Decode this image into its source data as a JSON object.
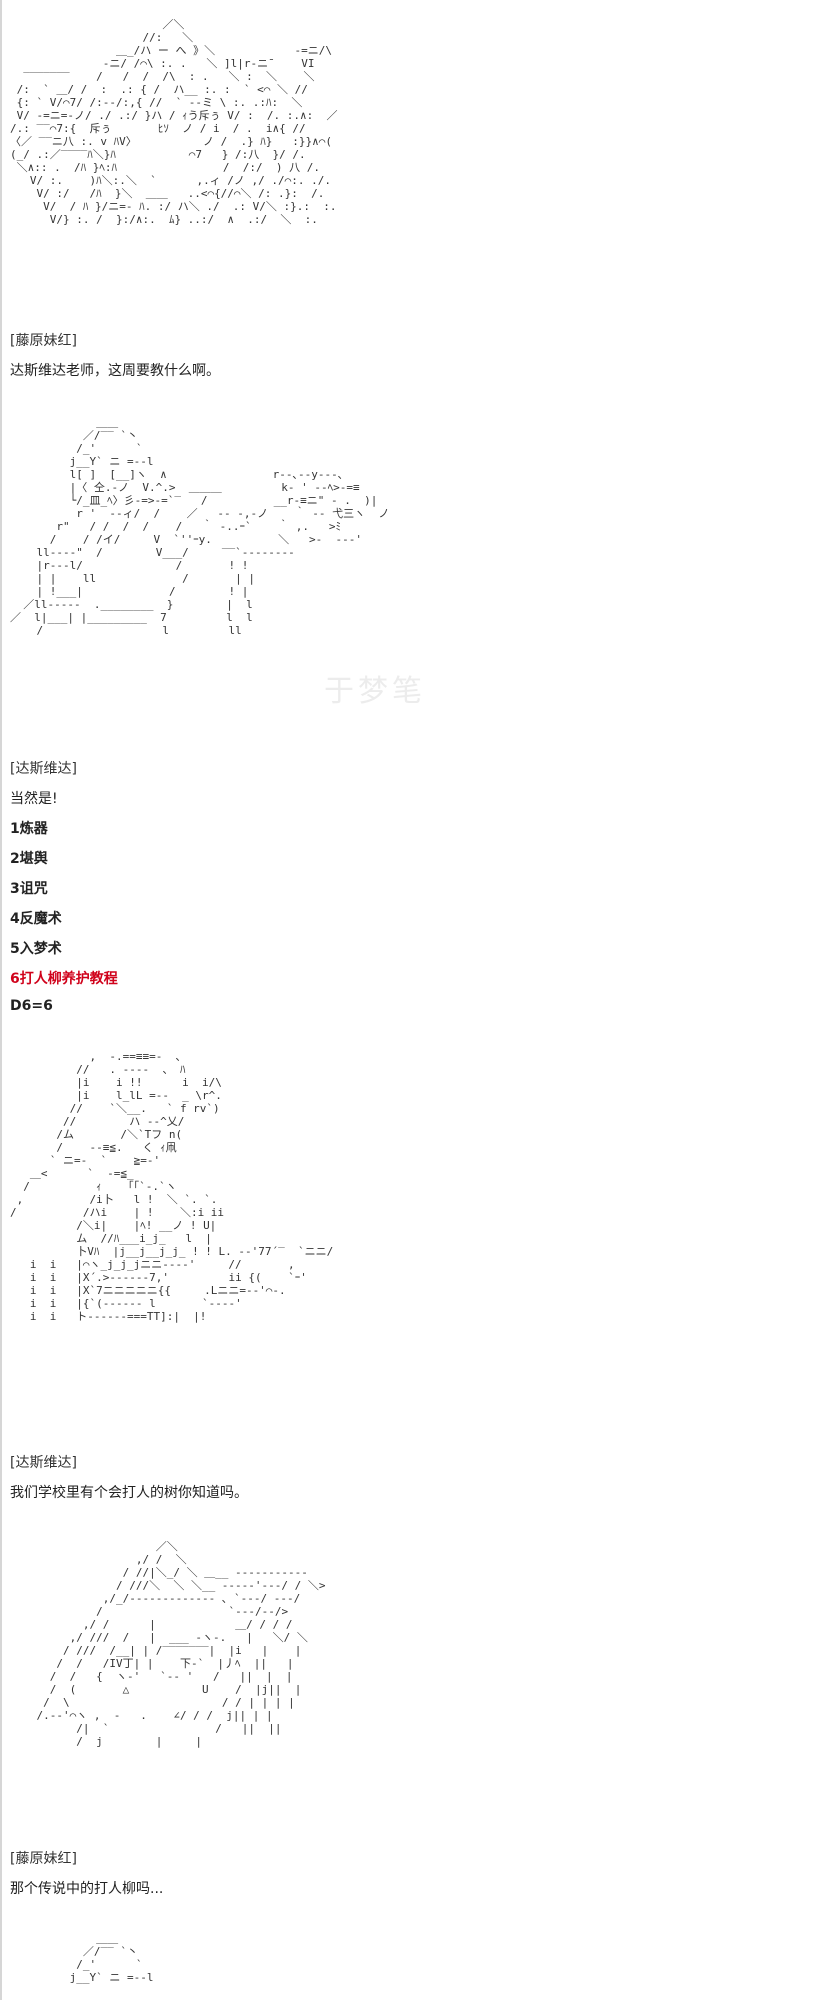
{
  "colors": {
    "text": "#222222",
    "highlight": "#d0021b",
    "border": "#d6d6d6",
    "watermark": "#ececec"
  },
  "panels": [
    {
      "art": "                       ／＼\n                    //:   ＼\n                ＿_/ハ ー へ 》＼            -=ニ/\\\n              -ニ/ /⌒\\ :. .   ＼ ]l|r-ニ¯    VI\n  ‾‾‾‾‾‾‾    /   /  /  /\\  : .   ＼ :  ＼    ＼\n /:  ` ＿/ /  :  .: { /  ハ__ :. :  ` <⌒ ＼ //\n {: ` V/⌒7/ /:--/:,{ //  ` --ミ \\ :. .:ﾊ:  ＼\n V/ -=ニ=-ノ/ ./ .:/ }ハ / ｨう斥ぅ V/ :  /. :.∧:  ／\n/.: ‾‾⌒7:{  斥ぅ       ﾋｿ  ノ / i  / .  i∧{ //\n〈／ ‾‾ニ八 :. v ﾊV〉          ノ /  .} ﾊ}   :}}∧⌒(\n(_/ .:／‾‾‾‾ﾊ＼}ﾊ           ⌒7   } /:八  }/ /.\n ＼∧:: .  /ﾊ }ﾍ:ﾊ                /  /:/  ) 八 /.\n   V/ :.    )ﾊ＼:.＼  `      ,.ィ /ノ ,/ ./⌒:. ./.\n    V/ :/   /ﾊ  }＼  ＿＿   ..<⌒{//⌒＼ /: .}:  /.\n     V/  / ﾊ }/ニ=- ﾊ. :/ ハ＼ ./  .: V/＼ :}.:  :.\n      V/} :. /  }:/∧:.  ﾑ} ..:/  ∧  .:/  ＼  :.",
      "speaker": "[藤原妹红]",
      "lines": [
        "达斯维达老师，这周要教什么啊。"
      ]
    },
    {
      "art": "             ＿＿\n           ／/‾‾ `丶\n          /_'      `\n         j__Y` ニ =--l\n         l[ ]  [__]ヽ  ∧                r--､--y---､\n         |〈 仝.-ノ  V.^.>  ＿＿＿         k- ' --ﾍ>-=≡\n         └/_皿_ﾍ〉彡-=>-=`‾   /          __r-≡ニ\" - .  )|\n          r '  --ィ/  /    ／   -- -,-ノ    ｀ -- 弋三ヽ  ノ\n       r\"   / /  /  /    /   ｀ -..ｰ`    ｀ ,.   >ﾐ\n      /    / /イ/     V  `''ｰy.          ＼   >‐  --‐'\n    ll---‐\"  /        V___/     ‾‾`‐-------\n    |r---l/              /       ! !\n    | |    ll             /       | |\n    | !___|             /        ! |\n  ／ll-----  .________  }        |  l\n／  l|___| |_________  7         l  l\n    /                  l         ll",
      "speaker": "[达斯维达]",
      "lines": [
        "当然是!"
      ],
      "choices": [
        {
          "text": "1炼器",
          "highlight": false
        },
        {
          "text": "2堪舆",
          "highlight": false
        },
        {
          "text": "3诅咒",
          "highlight": false
        },
        {
          "text": "4反魔术",
          "highlight": false
        },
        {
          "text": "5入梦术",
          "highlight": false
        },
        {
          "text": "6打人柳养护教程",
          "highlight": true
        }
      ],
      "result": "D6=6"
    },
    {
      "art": "            ,  -.==≡≡=-  ､\n          //   . ----  、 ﾊ\n          |i    i !!      i  i/\\\n          |i    l_lL =--  _ \\r^.\n         //    `＼__.   ` f rv`)\n        //        ハ --^乂/\n       /ム       /＼`Tフ n(\n       /    --≡≦.   く ｨ凧\n      ` ニ=-  `    ≧=-'\n   ＿<      `  -=≦_\n  /          ｨ    ｢「`‐.`ヽ\n ,          /i卜   l !  ＼ `. `.\n/          /ハi    | !    ＼:i ii\n          /＼i|    |ﾍ! __ノ ! U|\n          ム  //ﾊ___i_j_   l  |\n          卜Vﾊ  |j__j__j_j_ ! ! L. --'77´‾  `ニニ/\n   i  i   |⌒ヽ_j_j_jニニ‐‐‐‐'     //       ,\n   i  i   |X´.>------7,'         ii {(    `ｰ'\n   i  i   |X`7ニニニニニ{{     .Lニニ=--'⌒-.\n   i  i   |{`(------ l       `‐--‐'\n   i  i   ト------===TT]:|  |!",
      "speaker": "[达斯维达]",
      "lines": [
        "我们学校里有个会打人的树你知道吗。"
      ]
    },
    {
      "art": "                      ／＼\n                   ,/ /  ＼\n                 / //|＼_/ ＼ ＿__ ‐‐‐‐‐‐‐‐‐‐‐\n                / ///＼  ＼ ＼__ ‐‐‐‐‐'‐‐‐/ / ＼>\n              ,/_/‐‐‐‐‐‐‐‐‐‐‐‐- ､ `‐‐‐/ ‐‐‐/\n             /                   `‐‐‐/‐‐/>\n           ,/ /      |            ＿/ / / /\n         ,/ ///  /   |  ___ -ヽ-.   |   ＼/ ＼\n        / ///  /__| | /‾‾‾‾‾‾‾|  |i   |    |\n       /  /   /IV丁| |    下-`  |丿ﾍ  ||   |\n      /  /   {  ヽ-'   `-- '   /   ||  |  |\n      /  (       △           U    /  |j||  |\n     /  \\                       / / | | | |\n    /.-‐'⌒ヽ ,  ‐   .    ∠/ / /  j|| | |\n          /|  `                /   ||  ||\n          /  j        |     |",
      "speaker": "[藤原妹红]",
      "lines": [
        "那个传说中的打人柳吗..."
      ]
    },
    {
      "art": "             ＿＿\n           ／/‾‾ `丶\n          /_'      `\n         j__Y` ニ =--l"
    }
  ],
  "watermark": "于梦笔"
}
